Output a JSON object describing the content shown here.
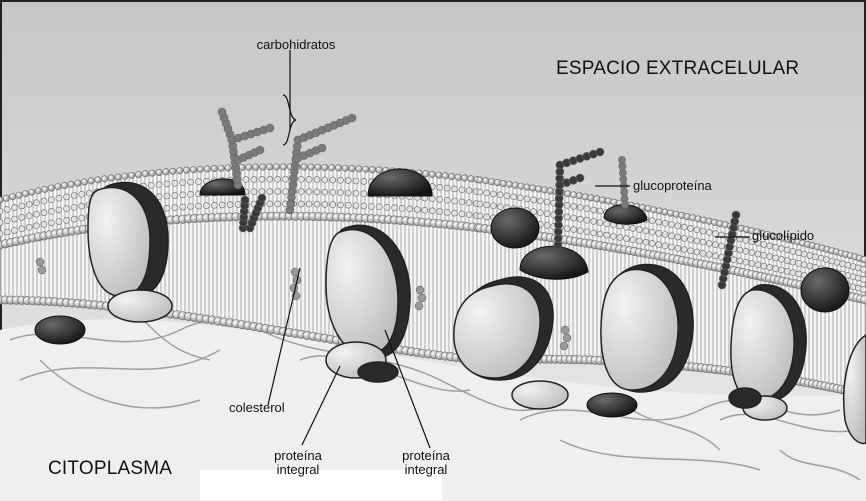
{
  "labels": {
    "extracellular": "ESPACIO EXTRACELULAR",
    "cytoplasm": "CITOPLASMA",
    "carbohydrates": "carbohidratos",
    "glycoprotein": "glucoproteína",
    "glycolipid": "glucolípido",
    "cholesterol": "colesterol",
    "integral_protein_1_line1": "proteína",
    "integral_protein_1_line2": "integral",
    "integral_protein_2_line1": "proteína",
    "integral_protein_2_line2": "integral"
  }
}
